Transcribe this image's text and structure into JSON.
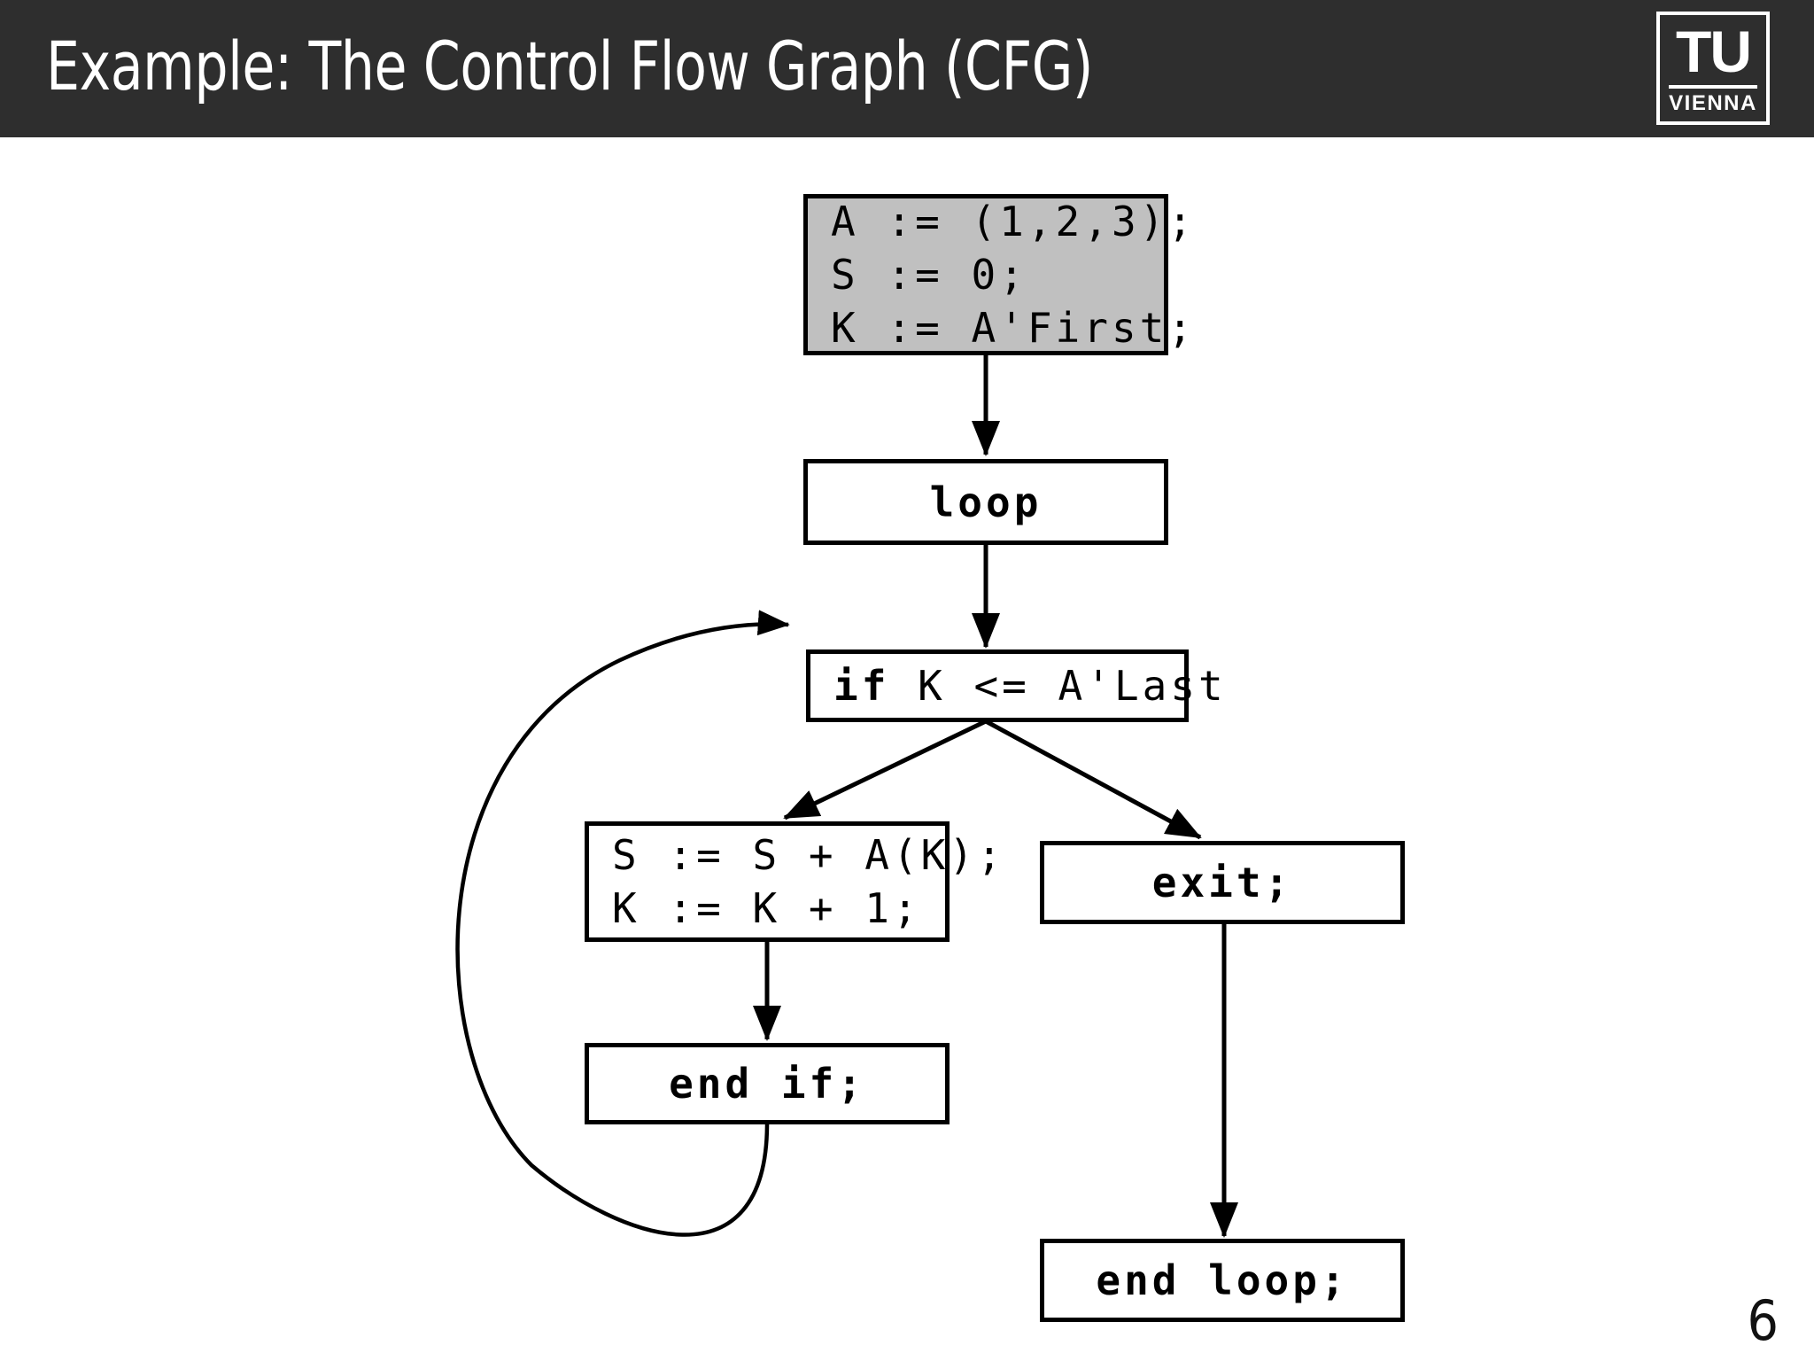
{
  "slide": {
    "title": "Example:  The Control Flow Graph (CFG)",
    "page_number": "6",
    "header_color": "#2e2e2e",
    "shaded_node_color": "#c0c0c0",
    "background_color": "#ffffff"
  },
  "logo": {
    "name": "tu-vienna-logo",
    "top_text": "TU",
    "bottom_text": "VIENNA"
  },
  "graph": {
    "nodes": [
      {
        "id": "init",
        "shaded": true,
        "align": "left",
        "lines": [
          "A := (1,2,3);",
          "S := 0;",
          "K := A'First;"
        ]
      },
      {
        "id": "loop",
        "shaded": false,
        "align": "center",
        "lines": [
          "loop"
        ]
      },
      {
        "id": "if",
        "shaded": false,
        "align": "left",
        "keyword": "if",
        "rest": " K <= A'Last",
        "lines": [
          "if K <= A'Last"
        ]
      },
      {
        "id": "body",
        "shaded": false,
        "align": "left",
        "lines": [
          "S := S + A(K);",
          "K := K + 1;"
        ]
      },
      {
        "id": "exit",
        "shaded": false,
        "align": "center",
        "lines": [
          "exit;"
        ]
      },
      {
        "id": "endif",
        "shaded": false,
        "align": "center",
        "lines": [
          "end if;"
        ]
      },
      {
        "id": "endloop",
        "shaded": false,
        "align": "center",
        "lines": [
          "end loop;"
        ]
      }
    ],
    "edges": [
      {
        "from": "init",
        "to": "loop",
        "kind": "straight-down"
      },
      {
        "from": "loop",
        "to": "if",
        "kind": "straight-down"
      },
      {
        "from": "if",
        "to": "body",
        "kind": "diagonal-left"
      },
      {
        "from": "if",
        "to": "exit",
        "kind": "diagonal-right"
      },
      {
        "from": "body",
        "to": "endif",
        "kind": "straight-down"
      },
      {
        "from": "exit",
        "to": "endloop",
        "kind": "straight-down"
      },
      {
        "from": "endif",
        "to": "loop",
        "kind": "curved-back-edge"
      }
    ]
  }
}
